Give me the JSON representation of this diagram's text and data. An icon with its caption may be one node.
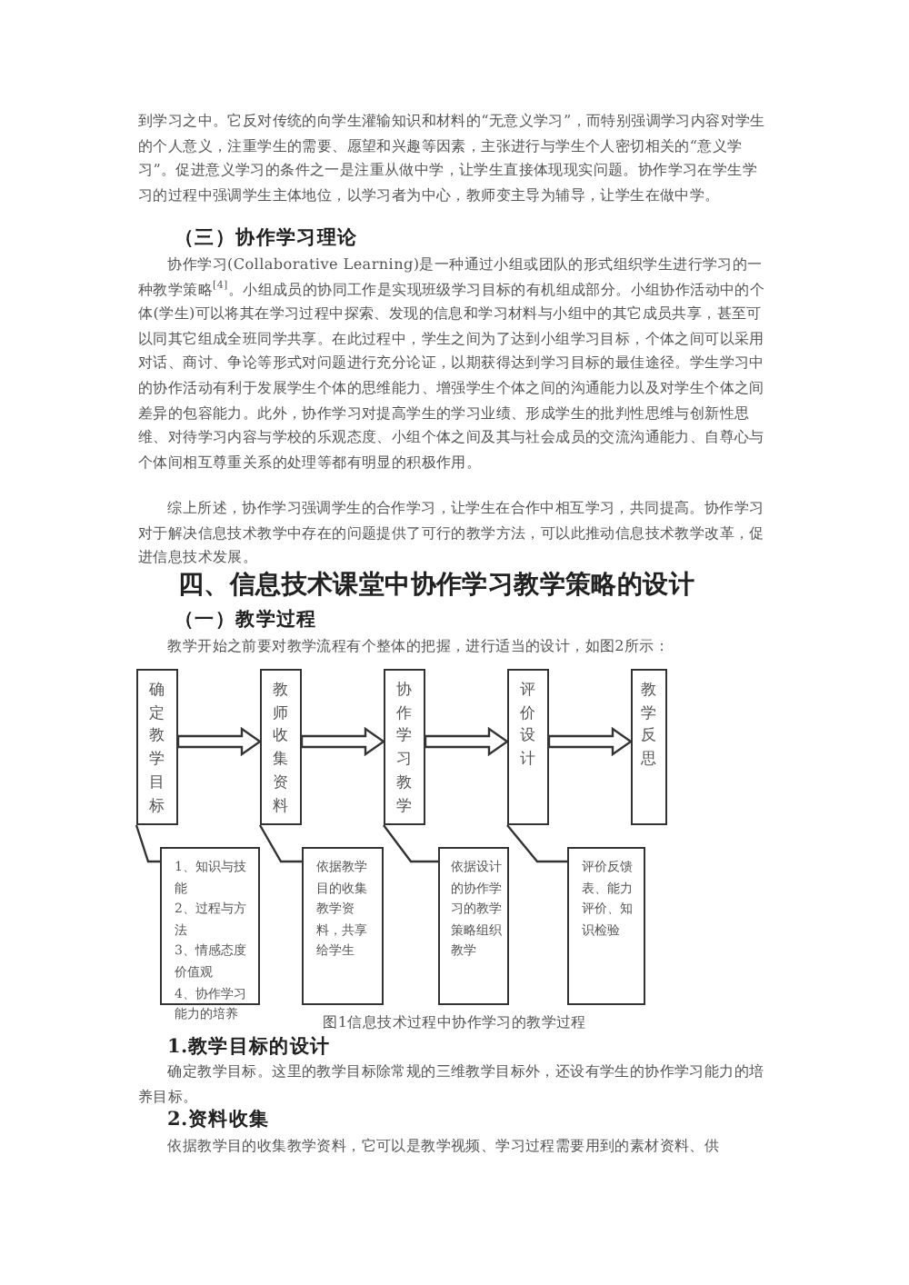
{
  "diagram": {
    "caption": "图1信息技术过程中协作学习的教学过程",
    "nodes": [
      {
        "text": [
          "确定教学目标"
        ]
      },
      {
        "text": [
          "教师收集资料"
        ]
      },
      {
        "text": [
          "协作学习教学"
        ]
      },
      {
        "text": [
          "评价设计"
        ]
      },
      {
        "text": [
          "教学反思"
        ]
      },
      {
        "text": [
          "1、知识与技能",
          "2、过程与方法",
          "3、情感态度价值观",
          "4、协作学习能力的培养"
        ]
      },
      {
        "text": [
          "依据教学目的收集教学资料，共享给学生"
        ]
      },
      {
        "text": [
          "依据设计的协作学习的教学策略组织教学"
        ]
      },
      {
        "text": [
          "评价反馈表、能力评价、知识检验"
        ]
      }
    ],
    "edges": [
      {
        "from": 0,
        "to": 1,
        "arrow": "to"
      },
      {
        "from": 1,
        "to": 2,
        "arrow": "to"
      },
      {
        "from": 2,
        "to": 3,
        "arrow": "to"
      },
      {
        "from": 3,
        "to": 4,
        "arrow": "to"
      },
      {
        "from": 0,
        "to": 5,
        "arrow": "none"
      },
      {
        "from": 1,
        "to": 6,
        "arrow": "none"
      },
      {
        "from": 2,
        "to": 7,
        "arrow": "none"
      },
      {
        "from": 3,
        "to": 8,
        "arrow": "none"
      }
    ],
    "labels": [
      "到学习之中。它反对传统的向学生灌输知识和材料的“无意义学习”，而特别强调学习内容对学生的个人意义，注重学生的需要、愿望和兴趣等因素，主张进行与学生个人密切相关的“意义学习”。促进意义学习的条件之一是注重从做中学，让学生直接体现现实问题。协作学习在学生学习的过程中强调学生主体地位，以学习者为中心，教师变主导为辅导，让学生在做中学。",
      "（三）协作学习理论",
      "协作学习(Collaborative Learning)是一种通过小组或团队的形式组织学生进行学习的一种教学策略$^{[4]}$。小组成员的协同工作是实现班级学习目标的有机组成部分。小组协作活动中的个体(学生)可以将其在学习过程中探索、发现的信息和学习材料与小组中的其它成员共享，甚至可以同其它组成全班同学共享。在此过程中，学生之间为了达到小组学习目标，个体之间可以采用对话、商讨、争论等形式对问题进行充分论证，以期获得达到学习目标的最佳途径。学生学习中的协作活动有利于发展学生个体的思维能力、增强学生个体之间的沟通能力以及对学生个体之间差异的包容能力。此外，协作学习对提高学生的学习业绩、形成学生的批判性思维与创新性思维、对待学习内容与学校的乐观态度、小组个体之间及其与社会成员的交流沟通能力、自尊心与个体间相互尊重关系的处理等都有明显的积极作用。",
      "综上所述，协作学习强调学生的合作学习，让学生在合作中相互学习，共同提高。协作学习对于解决信息技术教学中存在的问题提供了可行的教学方法，可以此推动信息技术教学改革，促进信息技术发展。",
      "四、信息技术课堂中协作学习教学策略的设计",
      "（一）教学过程",
      "教学开始之前要对教学流程有个整体的把握，进行适当的设计，如图2所示：",
      "1.教学目标的设计",
      "确定教学目标。这里的教学目标除常规的三维教学目标外，还设有学生的协作学习能力的培养目标。",
      "2.资料收集",
      "依据教学目的收集教学资料，它可以是教学视频、学习过程需要用到的素材资料、供"
    ]
  }
}
